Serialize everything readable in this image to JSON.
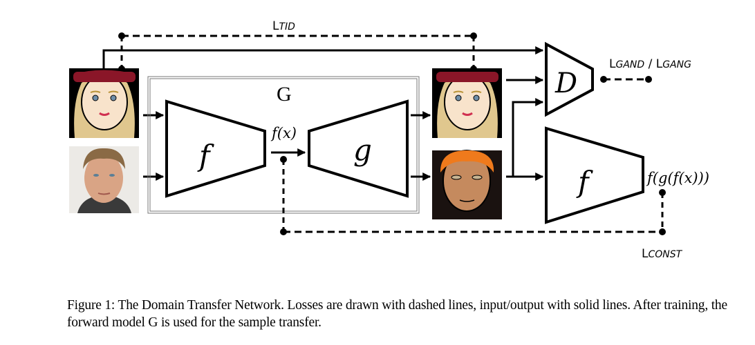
{
  "figure": {
    "generator_label": "G",
    "encoder_label": "f",
    "decoder_label": "g",
    "discriminator_label": "D",
    "encoder2_label": "f",
    "fx_label": "f(x)",
    "fgfx_label": "f(g(f(x)))",
    "losses": {
      "tid": {
        "main": "L",
        "sub": "TID"
      },
      "gan_d": {
        "main": "L",
        "sub": "GAND"
      },
      "separator": " / ",
      "gan_g": {
        "main": "L",
        "sub": "GANG"
      },
      "const": {
        "main": "L",
        "sub": "CONST"
      }
    },
    "images": [
      {
        "name": "input-emoji-face",
        "description": "cartoon emoji of blonde woman with red beanie"
      },
      {
        "name": "input-photo-face",
        "description": "photo of man's face"
      },
      {
        "name": "output-emoji-face",
        "description": "cartoon emoji of blonde woman with red beanie (reconstructed)"
      },
      {
        "name": "output-transferred-face",
        "description": "emoji-style rendering of the man's face with orange hair"
      }
    ]
  },
  "caption": {
    "text": "Figure 1: The Domain Transfer Network.  Losses are drawn with dashed lines, input/output with solid lines. After training, the forward model G is used for the sample transfer."
  }
}
